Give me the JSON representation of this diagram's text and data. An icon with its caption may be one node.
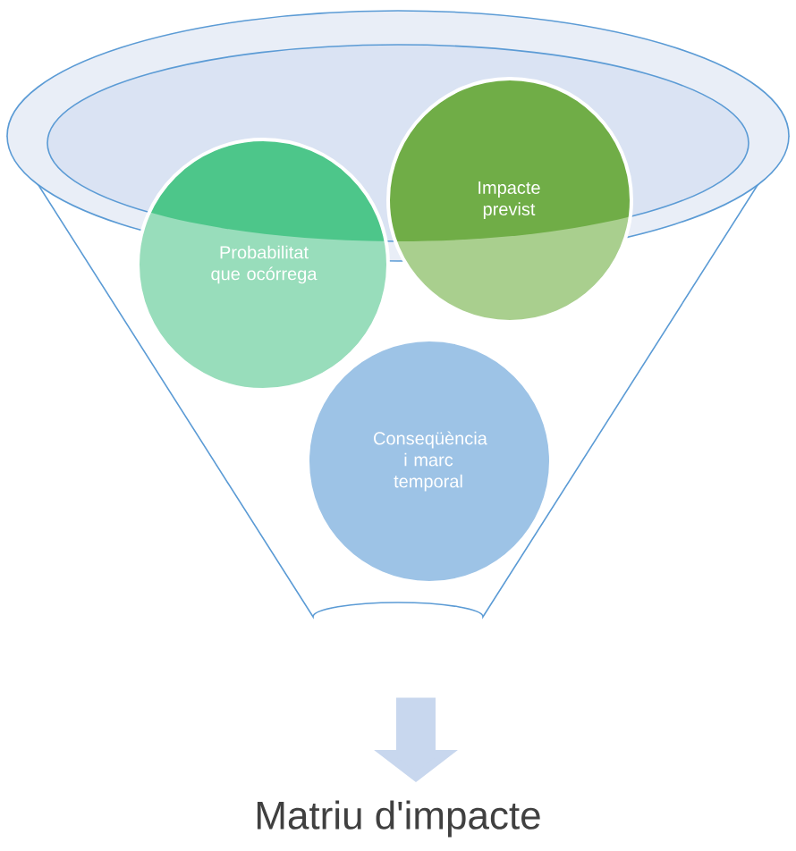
{
  "diagram": {
    "nodes": [
      {
        "text": [],
        "shape": "funnel"
      },
      {
        "text": [
          "Probabilitat que ocórrega"
        ],
        "in": 0
      },
      {
        "text": [
          "Impacte previst"
        ],
        "in": 0
      },
      {
        "text": [
          "Conseqüència i marc temporal"
        ],
        "in": 0
      },
      {
        "text": [
          "Matriu d'impacte"
        ]
      }
    ],
    "edges": [
      {
        "from": 0,
        "to": 4,
        "arrow": "to"
      }
    ]
  }
}
